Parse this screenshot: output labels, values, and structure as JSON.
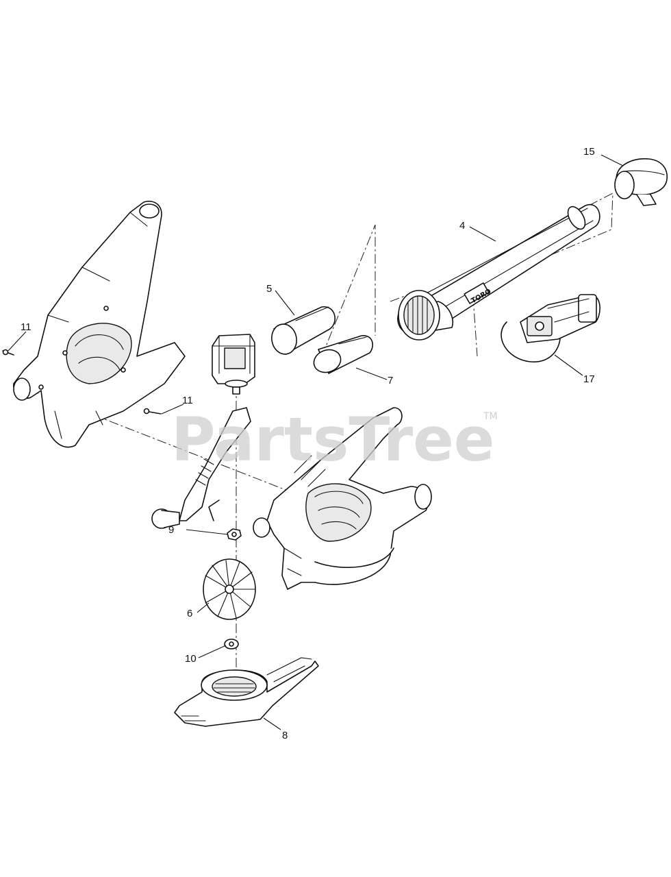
{
  "watermark": {
    "text": "PartsTree",
    "trademark": "TM"
  },
  "callouts": [
    {
      "id": "c15",
      "label": "15"
    },
    {
      "id": "c4",
      "label": "4"
    },
    {
      "id": "c5",
      "label": "5"
    },
    {
      "id": "c7",
      "label": "7"
    },
    {
      "id": "c17",
      "label": "17"
    },
    {
      "id": "c11a",
      "label": "11"
    },
    {
      "id": "c11b",
      "label": "11"
    },
    {
      "id": "c9",
      "label": "9"
    },
    {
      "id": "c6",
      "label": "6"
    },
    {
      "id": "c10",
      "label": "10"
    },
    {
      "id": "c8",
      "label": "8"
    }
  ],
  "tube_brand": "TORO",
  "colors": {
    "line": "#111111",
    "watermark": "#cfcfcf",
    "background": "#ffffff"
  }
}
